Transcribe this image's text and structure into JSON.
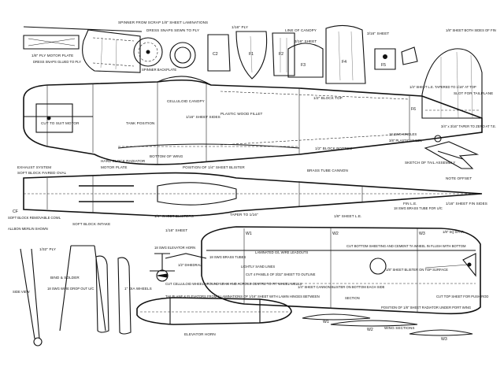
{
  "labels": {
    "spinner": "SPINNER FROM SCRAP 1/8\" SHEET LAMINATIONS",
    "dress_snaps_sew": "DRESS SNAPS SEWN TO PLY",
    "spinner_backplate": "SPINNER BACKPLATE",
    "motor_plate_ply": "1/8\" PLY MOTOR PLATE",
    "dress_snaps_glued": "DRESS SNAPS GLUED TO PLY",
    "ply_116": "1/16\" PLY",
    "line_of_canopy": "LINE OF CANOPY",
    "sheet_316": "3/16\" SHEET",
    "sheet_316b": "3/16\" SHEET",
    "sheet_both_sides": "1/8\" SHEET BOTH SIDES OF FIN",
    "f1": "F1",
    "f2": "F2",
    "f3": "F3",
    "f4": "F4",
    "f5": "F5",
    "f6": "F6",
    "c2": "C2",
    "cut_motor": "CUT TO SUIT MOTOR",
    "tank_position": "TANK POSITION",
    "celluloid_canopy": "CELLULOID CANOPY",
    "sheet_sides": "1/16\" SHEET SIDES",
    "plastic_wood": "PLASTIC WOOD FILLET",
    "block_top": "1/2\" BLOCK TOP",
    "sheet_le": "1/4\" SHEET L.E. TAPERED TO 1/16\" AT TOP",
    "slot_tailplane": "SLOT FOR TAILPLANE",
    "bottom_of_wing": "BOTTOM OF WING",
    "taper_te": "3/4\" x 3/16\" TAPER TO ZERO AT T.E.",
    "singles": "18 SWG SINGLES",
    "plastic_wheel": "3/8\" PLASTIC WHEEL",
    "block_bottom": "1/2\" BLOCK BOTTOM",
    "sketch_tail": "SKETCH OF TAIL ASSEMBLY",
    "exhaust": "EXHAUST SYSTEM",
    "soft_block_faired": "SOFT BLOCK FAIRED OVAL",
    "hard_block_radiator": "HARD BLOCK RADIATOR",
    "motor_plate": "MOTOR PLATE",
    "sheet_blister_pos": "POSITION OF 1/4\" SHEET BLISTER",
    "brass_tube_cannon": "BRASS TUBE CANNON",
    "note_offset": "NOTE OFFSET",
    "soft_block_removable": "SOFT BLOCK REMOVABLE COWL",
    "allbon_merlin": "ALLBON MERLIN SHOWN",
    "soft_block_intake": "SOFT BLOCK INTAKE",
    "sheet_blisters": "1/4\" SHEET BLISTERS",
    "taper_to": "TAPER TO 1/16\"",
    "sheet_fin_le": "1/8\" SHEET L.E.",
    "fin_le": "FIN L.E.",
    "brass_tube_uc": "18 SWG BRASS TUBE FOR U/C",
    "sheet_fin_sides": "1/16\" SHEET FIN SIDES",
    "cf": "CF",
    "sheet_116": "1/16\" SHEET",
    "elevator_horn": "18 SWG ELEVATOR HORN",
    "brass_tubes": "18 SWG BRASS TUBES",
    "dihedral": "1/2\" DIHEDRAL",
    "laminated_leadouts": "LAMINATED G/L WIRE LEADOUTS",
    "lightly_sand": "LIGHTLY SAND LINES",
    "cut_4_panels": "CUT 4 PANELS OF 3/32\" SHEET TO OUTLINE",
    "cut_bottom_sheeting": "CUT BOTTOM SHEETING AND CEMENT TA WHEEL IN FLUSH WITH BOTTOM",
    "spar": "1/8\" SQ SPAR",
    "sheet_blister_top": "1/8\" SHEET BLISTER ON TOP SURFACE",
    "cannon_blister": "1/4\" SHEET CANNON BLISTER ON BOTTOM EACH SIDE",
    "section": "SECTION",
    "radiator_pos": "POSITION OF 1/8\" SHEET RADIATOR UNDER PORT WING",
    "cut_top_sheet": "CUT TOP SHEET FOR PUSH ROD",
    "ply_132": "1/32\" PLY",
    "bind_solder": "BIND & SOLDER",
    "swg_wire": "18 SWG WIRE DROP OUT U/C",
    "side_view": "SIDE VIEW",
    "dia_wheels": "1\" DIA WHEELS",
    "cut_celluloid": "CUT CELLULOID WHEEL AROUND SEAM AND ACROSS CENTRE TO FIT WHEEL WELLS",
    "tailplane_elevators": "TAILPLANE & ELEVATORS FROM 2 LAMINATIONS OF 1/16\" SHEET WITH LAMIN HINGES BETWEEN",
    "elevator_horn2": "ELEVATOR HORN",
    "wing_sections": "WING SECTIONS",
    "w1": "W1",
    "w2": "W2",
    "w3": "W3",
    "w1b": "W1",
    "w2b": "W2",
    "w3b": "W3"
  }
}
